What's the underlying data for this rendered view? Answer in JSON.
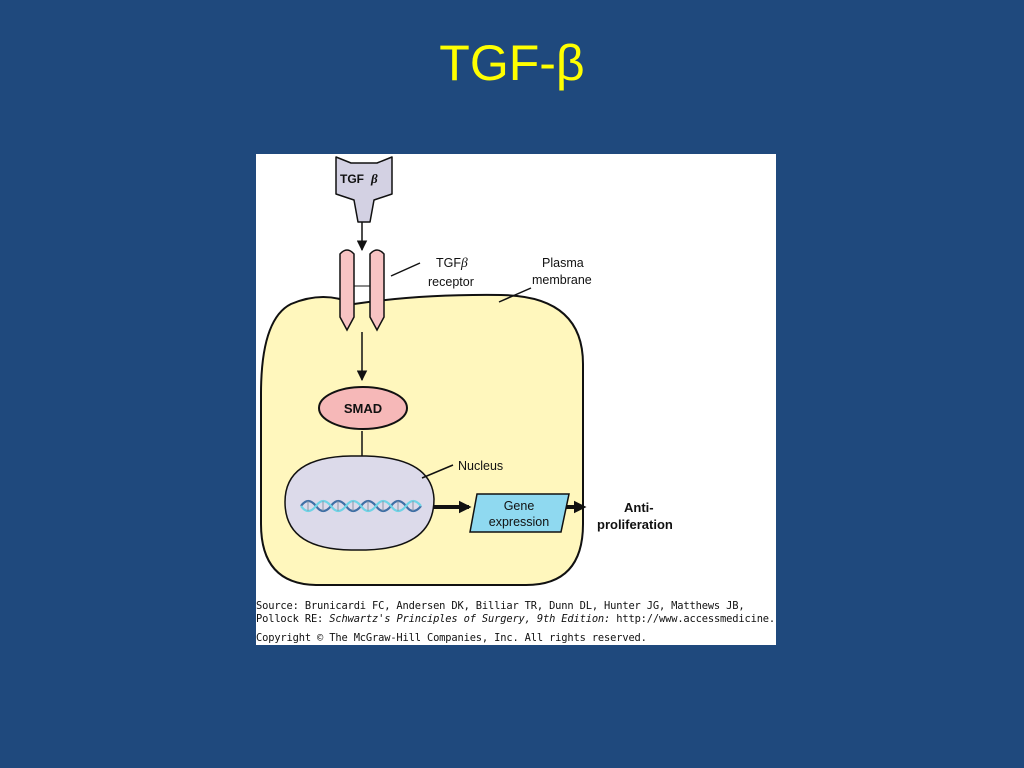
{
  "slide": {
    "title": "TGF-β"
  },
  "diagram": {
    "ligand_label": "TGF",
    "beta": "β",
    "receptor_label_line1": "TGF",
    "receptor_label_line2": "receptor",
    "membrane_label_line1": "Plasma",
    "membrane_label_line2": "membrane",
    "smad_label": "SMAD",
    "nucleus_label": "Nucleus",
    "gene_label_line1": "Gene",
    "gene_label_line2": "expression",
    "outcome_line1": "Anti-",
    "outcome_line2": "proliferation"
  },
  "colors": {
    "background": "#1f497d",
    "title": "#ffff00",
    "cell_fill": "#fff7bd",
    "receptor_fill": "#f7c3c3",
    "smad_fill": "#f6b8b8",
    "nucleus_fill": "#dcdaea",
    "gene_fill": "#8fd9f0",
    "ligand_fill": "#d3d1e3"
  },
  "source": {
    "line1": "Source: Brunicardi FC, Andersen DK, Billiar TR, Dunn DL, Hunter JG, Matthews JB,",
    "line2_prefix": "Pollock RE: ",
    "line2_book": "Schwartz's Principles of Surgery, 9th Edition:",
    "line2_url": " http://www.accessmedicine.com",
    "line3": "Copyright © The McGraw-Hill Companies, Inc. All rights reserved."
  }
}
